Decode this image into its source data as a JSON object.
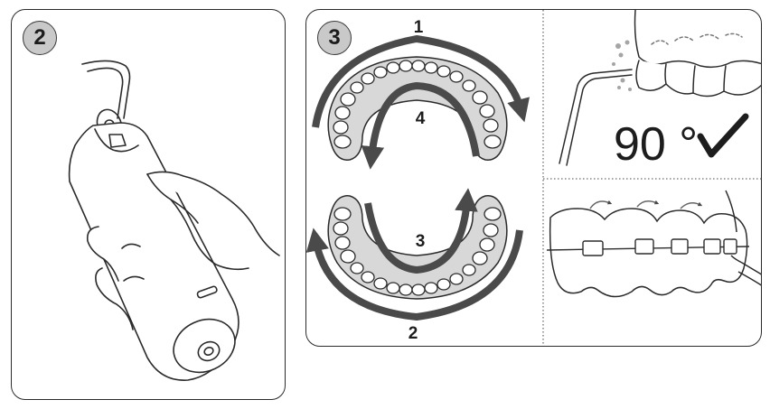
{
  "panel2": {
    "badge": "2"
  },
  "panel3": {
    "badge": "3",
    "steps": [
      "1",
      "2",
      "3",
      "4"
    ],
    "angle_label": "90 °",
    "check_icon": "check-mark-icon"
  },
  "colors": {
    "arrow": "#4a4a4a",
    "gum": "#d8d8d8",
    "badge": "#c9c9c9",
    "outline": "#2b2b2b"
  }
}
